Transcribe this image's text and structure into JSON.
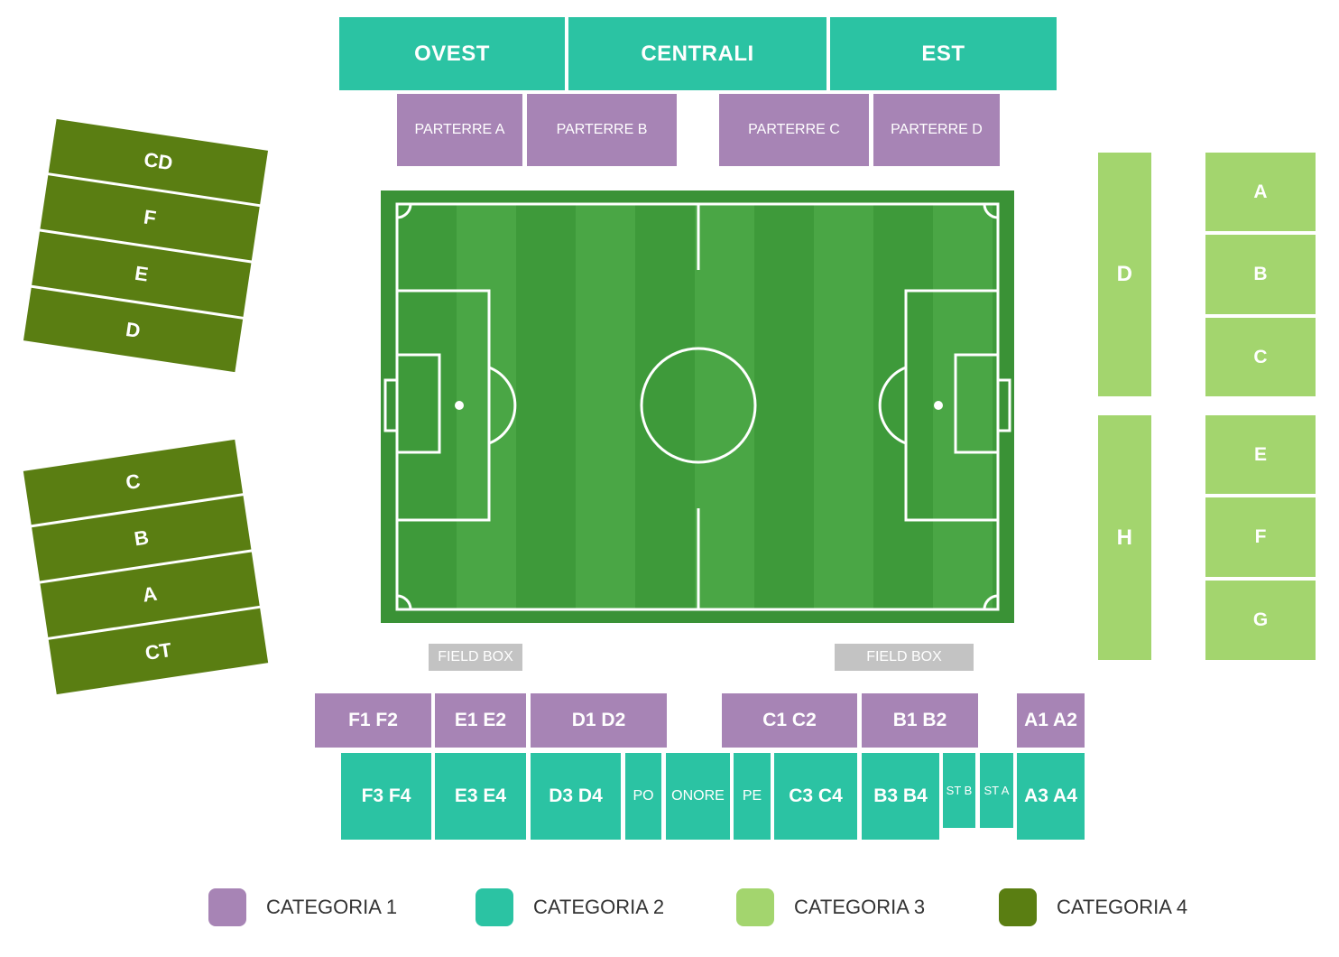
{
  "north": {
    "ovest": "OVEST",
    "centrali": "CENTRALI",
    "est": "EST",
    "parterre_a": "PARTERRE A",
    "parterre_b": "PARTERRE B",
    "parterre_c": "PARTERRE C",
    "parterre_d": "PARTERRE D"
  },
  "west_upper": [
    "CD",
    "F",
    "E",
    "D"
  ],
  "west_lower": [
    "C",
    "B",
    "A",
    "CT"
  ],
  "east_inner": {
    "top": "D",
    "bottom": "H"
  },
  "east_outer": [
    "A",
    "B",
    "C",
    "E",
    "F",
    "G"
  ],
  "field_box": {
    "left": "FIELD BOX",
    "right": "FIELD BOX"
  },
  "south_row1": [
    "F1 F2",
    "E1 E2",
    "D1 D2",
    "C1 C2",
    "B1 B2",
    "A1 A2"
  ],
  "south_row2": [
    "F3 F4",
    "E3 E4",
    "D3 D4",
    "PO",
    "ONORE",
    "PE",
    "C3 C4",
    "B3 B4",
    "ST B",
    "ST A",
    "A3 A4"
  ],
  "legend": [
    "CATEGORIA 1",
    "CATEGORIA 2",
    "CATEGORIA 3",
    "CATEGORIA 4"
  ],
  "colors": {
    "categoria_1": "#a784b5",
    "categoria_2": "#2bc3a3",
    "categoria_3": "#a3d56e",
    "categoria_4": "#5a7e12",
    "field_box": "#c3c3c3",
    "pitch": "#3e9a3a"
  }
}
